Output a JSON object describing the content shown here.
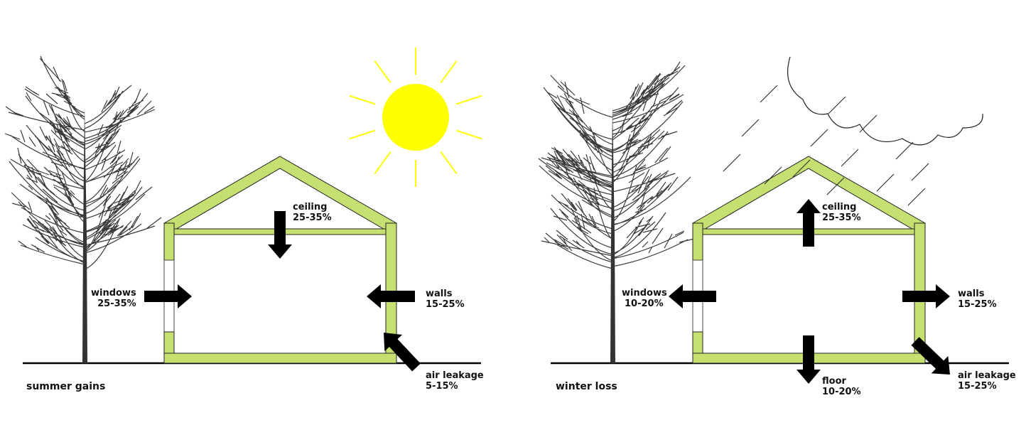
{
  "panels": [
    {
      "title": "summer gains",
      "labels": {
        "ceiling": {
          "name": "ceiling",
          "value": "25-35%"
        },
        "windows": {
          "name": "windows",
          "value": "25-35%"
        },
        "walls": {
          "name": "walls",
          "value": "15-25%"
        },
        "air_leakage": {
          "name": "air leakage",
          "value": "5-15%"
        }
      }
    },
    {
      "title": "winter loss",
      "labels": {
        "ceiling": {
          "name": "ceiling",
          "value": "25-35%"
        },
        "windows": {
          "name": "windows",
          "value": "10-20%"
        },
        "walls": {
          "name": "walls",
          "value": "15-25%"
        },
        "floor": {
          "name": "floor",
          "value": "10-20%"
        },
        "air_leakage": {
          "name": "air leakage",
          "value": "15-25%"
        }
      }
    }
  ],
  "colors": {
    "insulation": "#c5e070",
    "sun": "#ffff00",
    "arrow": "#000000"
  }
}
